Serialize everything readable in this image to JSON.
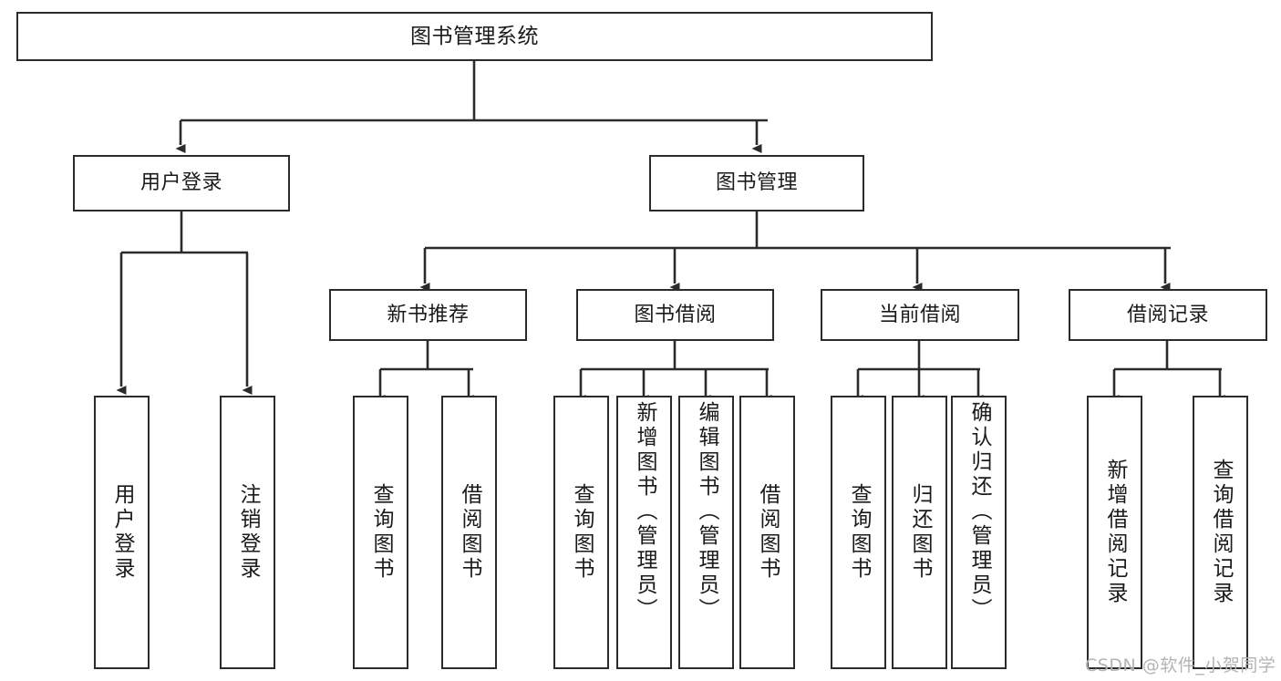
{
  "diagram": {
    "title": "图书管理系统",
    "type": "tree-hierarchy-chart",
    "watermark": "CSDN @软件_小贺同学",
    "colors": {
      "stroke": "#2b2b2b",
      "fill": "#ffffff",
      "text": "#1a1a1a",
      "watermark": "#b4b4b4"
    },
    "nodes": {
      "root": {
        "label": "图书管理系统"
      },
      "level2": [
        {
          "id": "user-login",
          "label": "用户登录"
        },
        {
          "id": "book-manage",
          "label": "图书管理"
        }
      ],
      "level3": [
        {
          "id": "new-book-rec",
          "label": "新书推荐"
        },
        {
          "id": "book-borrow",
          "label": "图书借阅"
        },
        {
          "id": "current-borrow",
          "label": "当前借阅"
        },
        {
          "id": "borrow-record",
          "label": "借阅记录"
        }
      ],
      "leaves": {
        "user_login": [
          {
            "id": "leaf-user-login",
            "label": "用户登录"
          },
          {
            "id": "leaf-logout",
            "label": "注销登录"
          }
        ],
        "new_book_rec": [
          {
            "id": "leaf-query-book-1",
            "label": "查询图书"
          },
          {
            "id": "leaf-borrow-book-1",
            "label": "借阅图书"
          }
        ],
        "book_borrow": [
          {
            "id": "leaf-query-book-2",
            "label": "查询图书"
          },
          {
            "id": "leaf-add-book",
            "label": "新增图书（管理员）"
          },
          {
            "id": "leaf-edit-book",
            "label": "编辑图书（管理员）"
          },
          {
            "id": "leaf-borrow-book-2",
            "label": "借阅图书"
          }
        ],
        "current_borrow": [
          {
            "id": "leaf-query-book-3",
            "label": "查询图书"
          },
          {
            "id": "leaf-return-book",
            "label": "归还图书"
          },
          {
            "id": "leaf-confirm-return",
            "label": "确认归还（管理员）"
          }
        ],
        "borrow_record": [
          {
            "id": "leaf-add-record",
            "label": "新增借阅记录"
          },
          {
            "id": "leaf-query-record",
            "label": "查询借阅记录"
          }
        ]
      }
    },
    "edges": [
      {
        "from": "图书管理系统",
        "to": "用户登录"
      },
      {
        "from": "图书管理系统",
        "to": "图书管理"
      },
      {
        "from": "用户登录",
        "to": "用户登录"
      },
      {
        "from": "用户登录",
        "to": "注销登录"
      },
      {
        "from": "图书管理",
        "to": "新书推荐"
      },
      {
        "from": "图书管理",
        "to": "图书借阅"
      },
      {
        "from": "图书管理",
        "to": "当前借阅"
      },
      {
        "from": "图书管理",
        "to": "借阅记录"
      },
      {
        "from": "新书推荐",
        "to": "查询图书"
      },
      {
        "from": "新书推荐",
        "to": "借阅图书"
      },
      {
        "from": "图书借阅",
        "to": "查询图书"
      },
      {
        "from": "图书借阅",
        "to": "新增图书（管理员）"
      },
      {
        "from": "图书借阅",
        "to": "编辑图书（管理员）"
      },
      {
        "from": "图书借阅",
        "to": "借阅图书"
      },
      {
        "from": "当前借阅",
        "to": "查询图书"
      },
      {
        "from": "当前借阅",
        "to": "归还图书"
      },
      {
        "from": "当前借阅",
        "to": "确认归还（管理员）"
      },
      {
        "from": "借阅记录",
        "to": "新增借阅记录"
      },
      {
        "from": "借阅记录",
        "to": "查询借阅记录"
      }
    ]
  }
}
